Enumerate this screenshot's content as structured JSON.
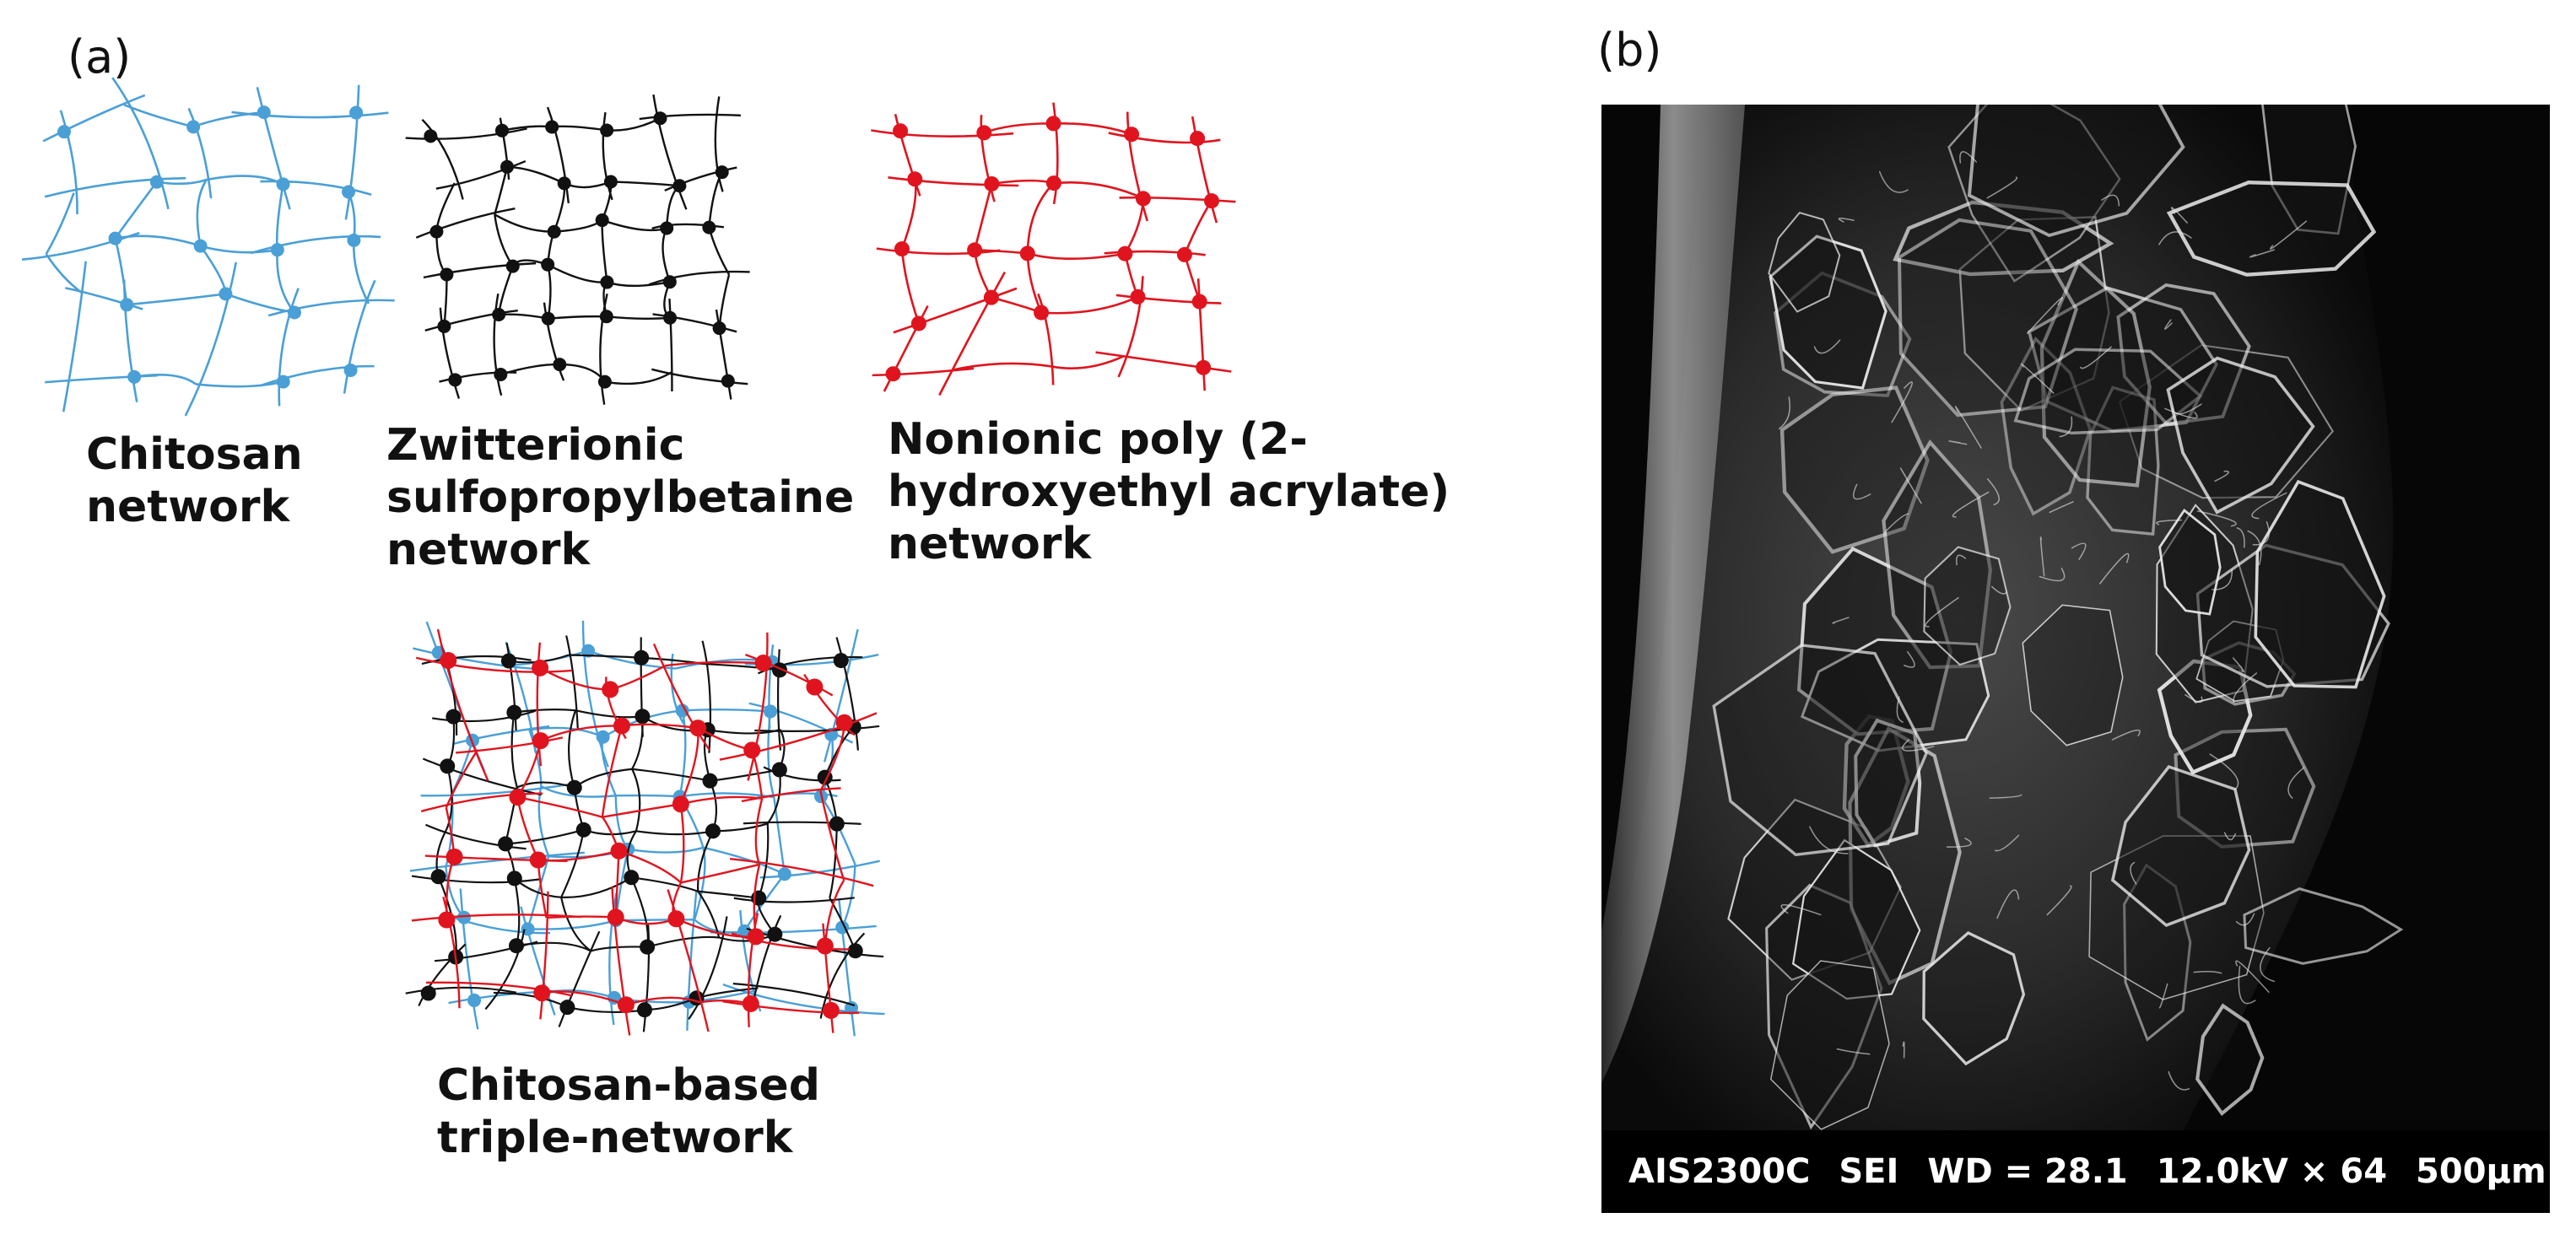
{
  "panel_a": {
    "label": "(a)",
    "networks": [
      {
        "id": "chitosan",
        "caption_lines": [
          "Chitosan",
          "network"
        ],
        "color": "#4a9fd6"
      },
      {
        "id": "zwitterionic",
        "caption_lines": [
          "Zwitterionic",
          "sulfopropylbetaine",
          "network"
        ],
        "color": "#111111"
      },
      {
        "id": "nonionic",
        "caption_lines": [
          "Nonionic poly (2-",
          "hydroxyethyl acrylate)",
          "network"
        ],
        "color": "#e0141e"
      },
      {
        "id": "triple",
        "caption_lines": [
          "Chitosan-based",
          "triple-network"
        ],
        "color": "mixed"
      }
    ]
  },
  "panel_b": {
    "label": "(b)",
    "image": "sem-micrograph",
    "info_bar": [
      "AIS2300C",
      "SEI",
      "WD = 28.1",
      "12.0kV × 64",
      "500µm"
    ]
  }
}
